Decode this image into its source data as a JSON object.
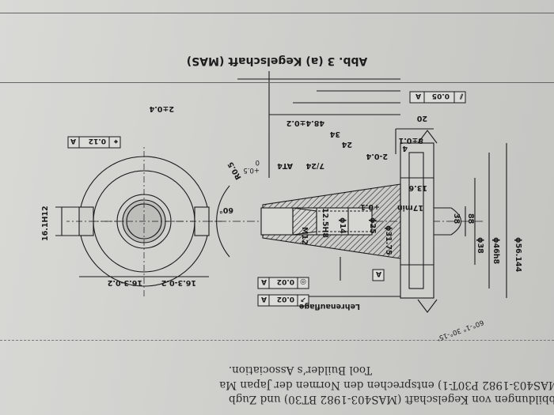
{
  "document": {
    "caption_lines": [
      "Abbildungen von Kegelschaft (MAS403-1982 BT30) und Zugb",
      "(MAS403-1982 P30T-1) entsprechen den Normen der Japan Ma",
      "Tool Builder’s Association."
    ],
    "figure_caption": "Abb. 3 (a)  Kegelschaft (MAS)"
  },
  "drawing": {
    "side_view": {
      "dimensions": {
        "d_flange": "ϕ56.144",
        "d_46": "ϕ46h8",
        "d_38": "ϕ38",
        "len_38": "38",
        "len_88": "88",
        "d_31_75": "ϕ31.75",
        "d_25": "ϕ25",
        "d_14": "ϕ14",
        "bore": "12.5H8",
        "thread": "M12",
        "min_17": "17min",
        "plus_01": "+0.1",
        "len_13_6": "13.6",
        "len_20": "20",
        "len_8": "8±0.1",
        "len_4": "4",
        "len_2": "2-0.4",
        "len_24": "24",
        "len_34": "34",
        "len_48": "48.4±0.2",
        "len_2_04": "2±0.4",
        "tol_0_5": "+0.5",
        "tol_0": "0",
        "angle_60": "60°",
        "r_0_5": "R0.5",
        "taper": "7/24",
        "taper_tol": "AT4",
        "angle_v": "60°-1° 30°-15'"
      },
      "fcf": {
        "top_right": {
          "symbol": "⫽",
          "value": "0.05",
          "datum": "A"
        },
        "left_1": {
          "symbol": "◎",
          "value": "0.02",
          "datum": "A"
        },
        "left_2": {
          "symbol": "↗",
          "value": "0.02",
          "datum": "A"
        },
        "datum_label": "A"
      },
      "note": "Lehrenauflage"
    },
    "end_view": {
      "dimensions": {
        "width_16_1": "16.1H12",
        "d_16_3a": "16.3-0.2",
        "d_16_3b": "16.3-0.2"
      },
      "fcf": {
        "symbol": "⌖",
        "value": "0.12",
        "datum": "A"
      }
    }
  }
}
